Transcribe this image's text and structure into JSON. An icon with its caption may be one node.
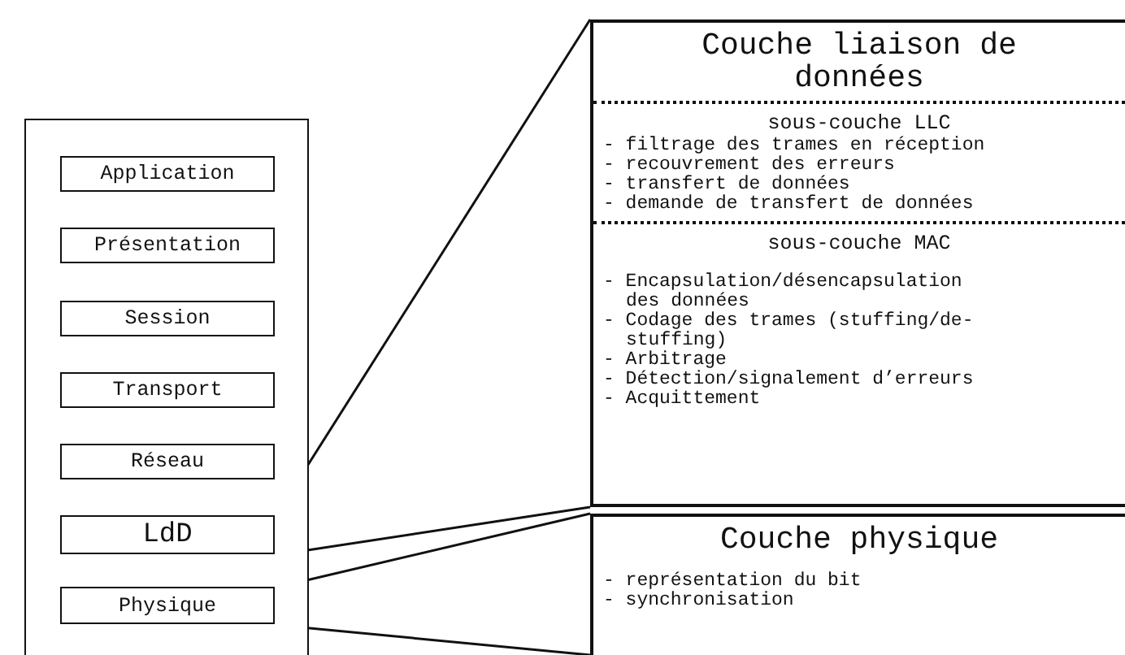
{
  "diagram": {
    "nodes": [
      {
        "text": [],
        "shape": "box"
      },
      {
        "text": [
          "Application"
        ],
        "in": 0
      },
      {
        "text": [
          "Présentation"
        ],
        "in": 0
      },
      {
        "text": [
          "Session"
        ],
        "in": 0
      },
      {
        "text": [
          "Transport"
        ],
        "in": 0
      },
      {
        "text": [
          "Réseau"
        ],
        "in": 0
      },
      {
        "text": [
          "LdD"
        ],
        "in": 0
      },
      {
        "text": [
          "Physique"
        ],
        "in": 0
      },
      {
        "text": [
          "Couche liaison de données",
          "sous-couche LLC",
          "- filtrage des trames en réception",
          "- recouvrement des erreurs",
          "- transfert de données",
          "- demande de transfert de données",
          "sous-couche MAC",
          "- Encapsulation/désencapsulation des données",
          "- Codage des trames (stuffing/de-stuffing)",
          "- Arbitrage",
          "- Détection/signalement d’erreurs",
          "- Acquittement"
        ]
      },
      {
        "text": [
          "Couche physique",
          "- représentation du bit",
          "- synchronisation"
        ]
      }
    ],
    "edges": [
      {
        "from": 6,
        "to": 8,
        "arrow": "none"
      },
      {
        "from": 6,
        "to": 8,
        "arrow": "none"
      },
      {
        "from": 7,
        "to": 9,
        "arrow": "none"
      },
      {
        "from": 7,
        "to": 9,
        "arrow": "none"
      }
    ]
  }
}
